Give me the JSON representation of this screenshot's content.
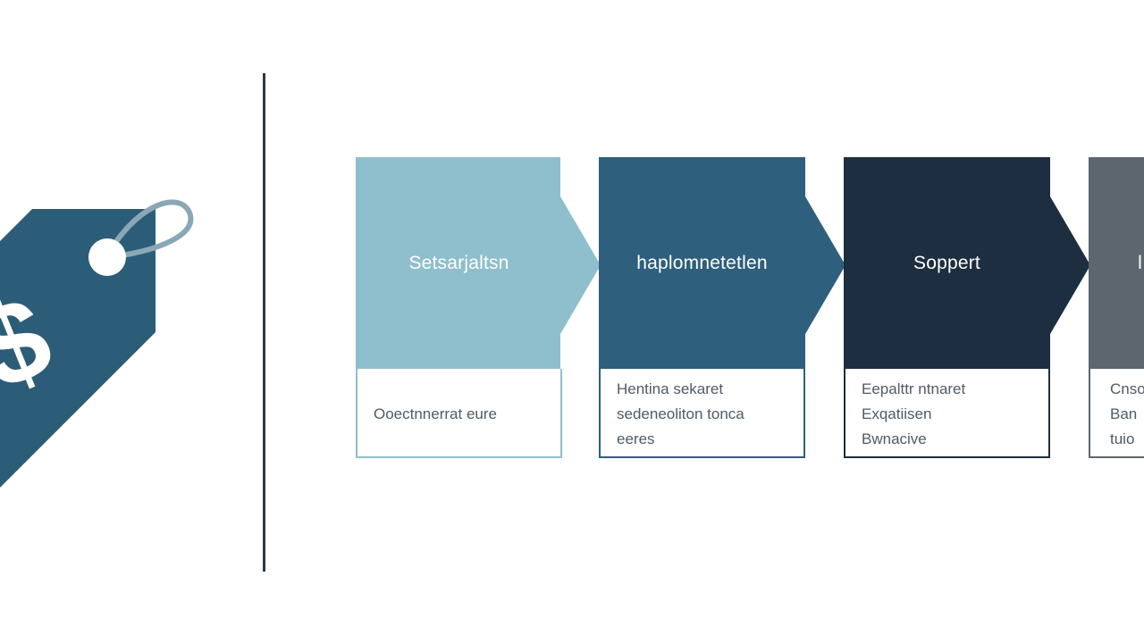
{
  "colors": {
    "tag": "#2c5d78",
    "divider": "#2a3a48",
    "text_muted": "#4f5b66"
  },
  "icon": {
    "name": "price-tag-icon",
    "symbol": "$"
  },
  "stages": [
    {
      "title": "Setsarjaltsn",
      "color": "#8fbfcc",
      "lines": [
        "Ooectnnerrat eure"
      ]
    },
    {
      "title": "haplomnetetlen",
      "color": "#2e5f7c",
      "lines": [
        "Hentina sekaret",
        "sedeneoliton tonca",
        "eeres"
      ]
    },
    {
      "title": "Soppert",
      "color": "#1c2e3f",
      "lines": [
        "Eepalttr ntnaret",
        "Exqatiisen",
        "Bwnacive"
      ]
    },
    {
      "title": "l",
      "color": "#5d666e",
      "lines": [
        "Cnso",
        "Ban",
        "tuio"
      ]
    }
  ]
}
